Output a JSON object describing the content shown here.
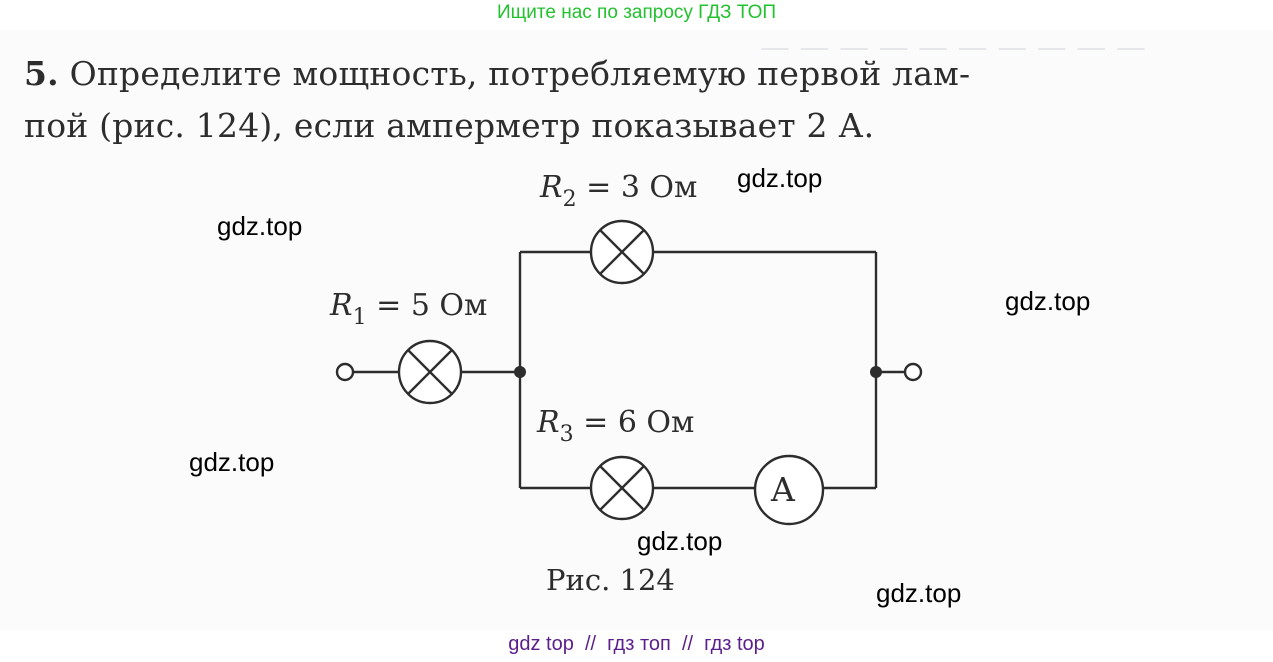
{
  "top_banner": "Ищите нас по запросу ГДЗ ТОП",
  "task": {
    "number": "5.",
    "line1": "Определите мощность, потребляемую первой лам-",
    "line2": "пой (рис. 124), если амперметр показывает 2 А."
  },
  "circuit": {
    "r1": {
      "symbol": "R",
      "sub": "1",
      "value": "= 5 Ом"
    },
    "r2": {
      "symbol": "R",
      "sub": "2",
      "value": "= 3 Ом"
    },
    "r3": {
      "symbol": "R",
      "sub": "3",
      "value": "= 6 Ом"
    },
    "ammeter_label": "A",
    "caption": "Рис. 124"
  },
  "watermarks": [
    "gdz.top",
    "gdz.top",
    "gdz.top",
    "gdz.top",
    "gdz.top",
    "gdz.top"
  ],
  "bottom_banner": "gdz top  //  гдз топ  //  гдз top",
  "colors": {
    "top_banner": "#22c12e",
    "bottom_banner": "#5b1f8c",
    "ink": "#2d2d2d"
  }
}
